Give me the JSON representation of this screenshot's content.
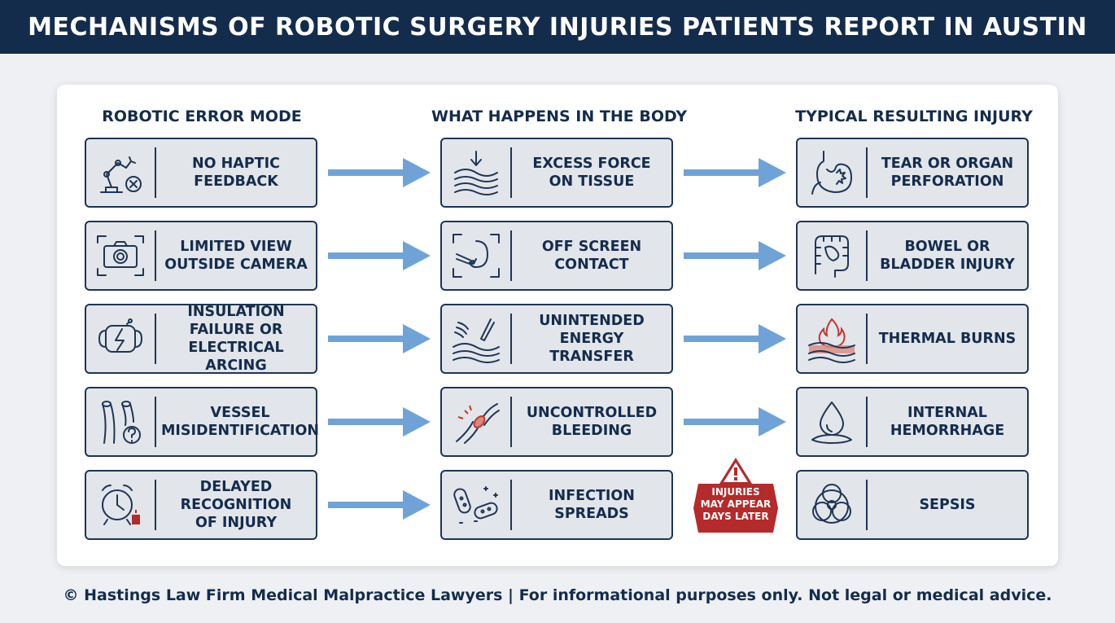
{
  "title": "MECHANISMS OF ROBOTIC SURGERY INJURIES PATIENTS REPORT IN AUSTIN",
  "columns": {
    "error_mode": "ROBOTIC ERROR MODE",
    "body": "WHAT HAPPENS IN THE BODY",
    "injury": "TYPICAL RESULTING INJURY"
  },
  "rows": [
    {
      "error_mode": {
        "label": "NO HAPTIC\nFEEDBACK",
        "icon": "robot-arm-x-icon"
      },
      "body": {
        "label": "EXCESS FORCE\nON TISSUE",
        "icon": "tissue-compression-icon"
      },
      "injury": {
        "label": "TEAR OR ORGAN\nPERFORATION",
        "icon": "stomach-tear-icon"
      }
    },
    {
      "error_mode": {
        "label": "LIMITED VIEW\nOUTSIDE CAMERA",
        "icon": "camera-icon"
      },
      "body": {
        "label": "OFF SCREEN\nCONTACT",
        "icon": "instrument-organ-icon"
      },
      "injury": {
        "label": "BOWEL OR\nBLADDER INJURY",
        "icon": "intestine-icon"
      }
    },
    {
      "error_mode": {
        "label": "INSULATION\nFAILURE OR\nELECTRICAL ARCING",
        "icon": "electrical-arc-icon"
      },
      "body": {
        "label": "UNINTENDED\nENERGY TRANSFER",
        "icon": "energy-transfer-icon"
      },
      "injury": {
        "label": "THERMAL BURNS",
        "icon": "flame-tissue-icon"
      }
    },
    {
      "error_mode": {
        "label": "VESSEL\nMISIDENTIFICATION",
        "icon": "vessel-question-icon"
      },
      "body": {
        "label": "UNCONTROLLED\nBLEEDING",
        "icon": "bleeding-vessel-icon"
      },
      "injury": {
        "label": "INTERNAL\nHEMORRHAGE",
        "icon": "blood-drop-icon"
      }
    },
    {
      "error_mode": {
        "label": "DELAYED\nRECOGNITION\nOF INJURY",
        "icon": "alarm-clock-icon"
      },
      "body": {
        "label": "INFECTION\nSPREADS",
        "icon": "bacteria-icon"
      },
      "injury": {
        "label": "SEPSIS",
        "icon": "biohazard-icon"
      }
    }
  ],
  "warning": {
    "text": "INJURIES\nMAY APPEAR\nDAYS LATER",
    "icon": "warning-triangle-icon"
  },
  "footer": "© Hastings Law Firm Medical Malpractice Lawyers | For informational purposes only. Not legal or medical advice.",
  "colors": {
    "navy": "#142c4c",
    "arrow_blue": "#6fa3d8",
    "card_bg": "#e2e5ea",
    "warning_red": "#b52a2a",
    "burn_red": "#c0392b"
  }
}
